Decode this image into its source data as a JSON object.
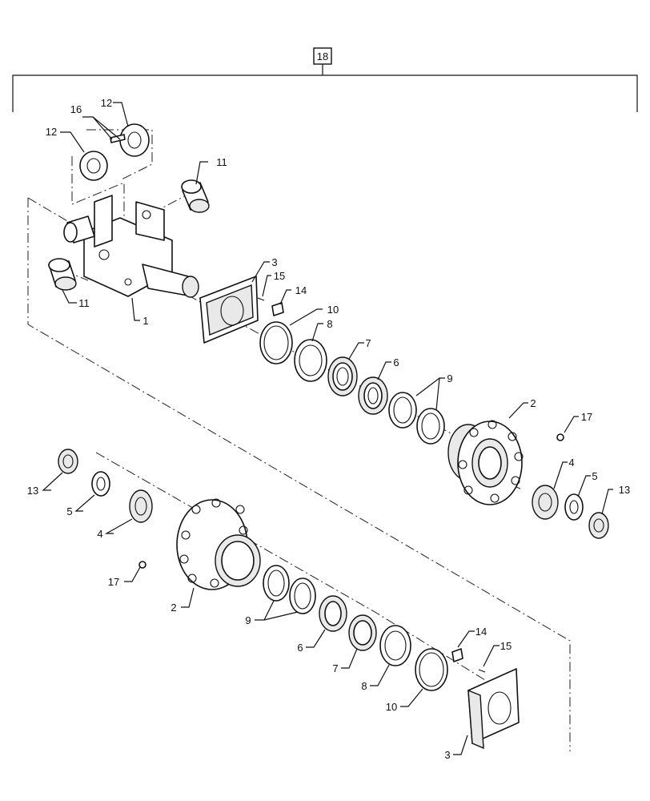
{
  "assembly_label": "18",
  "callouts": [
    {
      "key": "c16",
      "text": "16"
    },
    {
      "key": "c12a",
      "text": "12"
    },
    {
      "key": "c12b",
      "text": "12"
    },
    {
      "key": "c11a",
      "text": "11"
    },
    {
      "key": "c11b",
      "text": "11"
    },
    {
      "key": "c1",
      "text": "1"
    },
    {
      "key": "c3a",
      "text": "3"
    },
    {
      "key": "c15a",
      "text": "15"
    },
    {
      "key": "c14a",
      "text": "14"
    },
    {
      "key": "c10a",
      "text": "10"
    },
    {
      "key": "c8a",
      "text": "8"
    },
    {
      "key": "c7a",
      "text": "7"
    },
    {
      "key": "c6a",
      "text": "6"
    },
    {
      "key": "c9a",
      "text": "9"
    },
    {
      "key": "c2a",
      "text": "2"
    },
    {
      "key": "c17a",
      "text": "17"
    },
    {
      "key": "c4a",
      "text": "4"
    },
    {
      "key": "c5a",
      "text": "5"
    },
    {
      "key": "c13a",
      "text": "13"
    },
    {
      "key": "c13b",
      "text": "13"
    },
    {
      "key": "c5b",
      "text": "5"
    },
    {
      "key": "c4b",
      "text": "4"
    },
    {
      "key": "c17b",
      "text": "17"
    },
    {
      "key": "c2b",
      "text": "2"
    },
    {
      "key": "c9b",
      "text": "9"
    },
    {
      "key": "c6b",
      "text": "6"
    },
    {
      "key": "c7b",
      "text": "7"
    },
    {
      "key": "c8b",
      "text": "8"
    },
    {
      "key": "c10b",
      "text": "10"
    },
    {
      "key": "c14b",
      "text": "14"
    },
    {
      "key": "c15b",
      "text": "15"
    },
    {
      "key": "c3b",
      "text": "3"
    }
  ]
}
